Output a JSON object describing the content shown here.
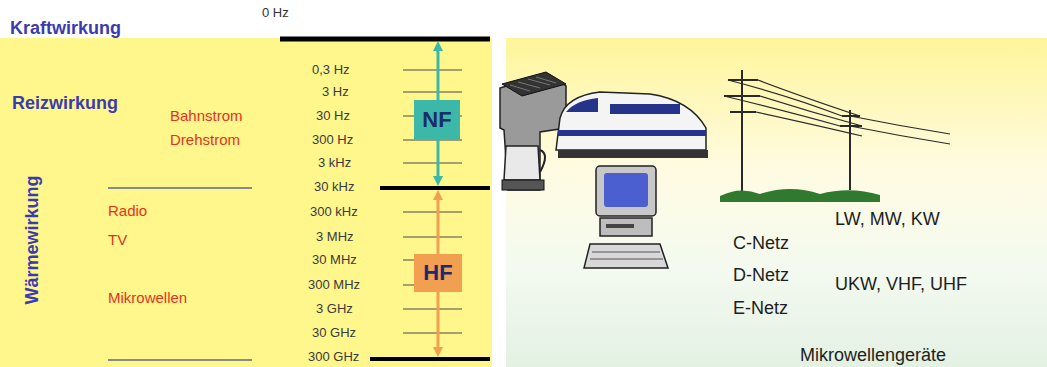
{
  "diagram": {
    "nodes": [
      {
        "text": [
          "NF"
        ]
      },
      {
        "text": [
          "HF"
        ]
      }
    ],
    "edges": [],
    "labels": [
      "0 Hz",
      "Kraftwirkung",
      "0,3 Hz",
      "3 Hz",
      "Reizwirkung",
      "Bahnstrom",
      "30 Hz",
      "Drehstrom",
      "300 Hz",
      "3 kHz",
      "Wärmewirkung",
      "30 kHz",
      "Radio",
      "300 kHz",
      "TV",
      "3 MHz",
      "30 MHz",
      "Mikrowellen",
      "300 MHz",
      "3 GHz",
      "30 GHz",
      "300 GHz",
      "C-Netz",
      "D-Netz",
      "E-Netz",
      "LW, MW, KW",
      "UKW, VHF, UHF",
      "Mikrowellengeräte"
    ]
  }
}
